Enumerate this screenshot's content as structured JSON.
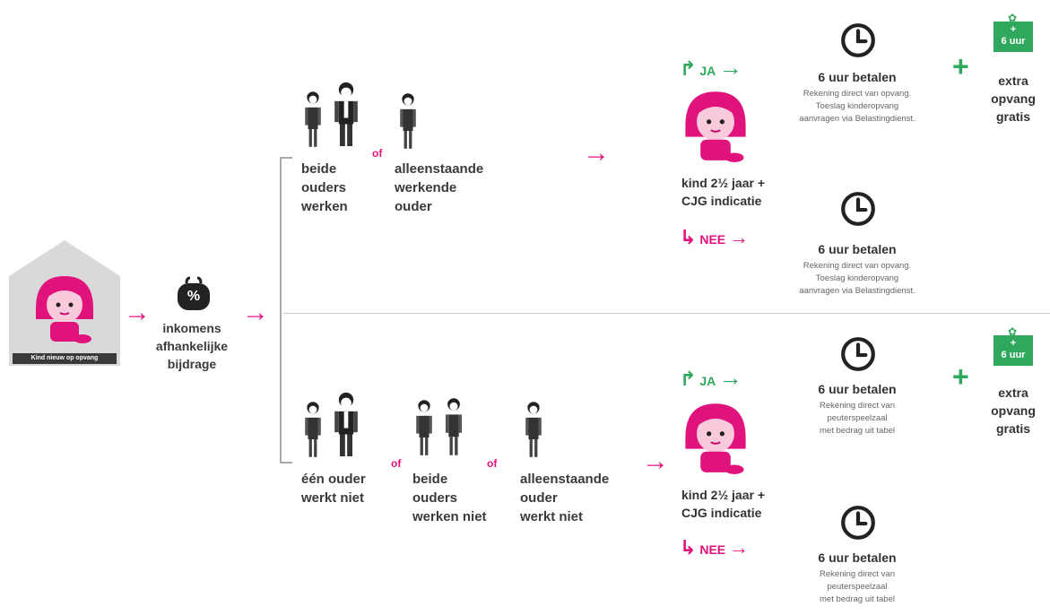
{
  "start": {
    "badge": "Kind nieuw op opvang"
  },
  "income": {
    "symbol": "%",
    "label": [
      "inkomens",
      "afhankelijke",
      "bijdrage"
    ]
  },
  "top": {
    "group1": [
      "beide",
      "ouders",
      "werken"
    ],
    "of": "of",
    "group2": [
      "alleenstaande",
      "werkende",
      "ouder"
    ]
  },
  "bottom": {
    "group1": [
      "één ouder",
      "werkt niet"
    ],
    "of1": "of",
    "group2": [
      "beide",
      "ouders",
      "werken niet"
    ],
    "of2": "of",
    "group3": [
      "alleenstaande",
      "ouder",
      "werkt niet"
    ]
  },
  "child_label": [
    "kind 2½ jaar +",
    "CJG indicatie"
  ],
  "yes": "JA",
  "no": "NEE",
  "pay_title": "6 uur betalen",
  "pay_top": [
    "Rekening direct van opvang.",
    "Toeslag kinderopvang",
    "aanvragen via Belastingdienst."
  ],
  "pay_bottom": [
    "Rekening direct van",
    "peuterspeelzaal",
    "met bedrag uit tabel"
  ],
  "gift": {
    "plus": "+",
    "text": "6 uur"
  },
  "plus_sign": "+",
  "extra": [
    "extra",
    "opvang",
    "gratis"
  ],
  "colors": {
    "magenta": "#e0137d",
    "green": "#2fa85d",
    "grey": "#d9d9d9",
    "dark": "#2b2b2b"
  }
}
